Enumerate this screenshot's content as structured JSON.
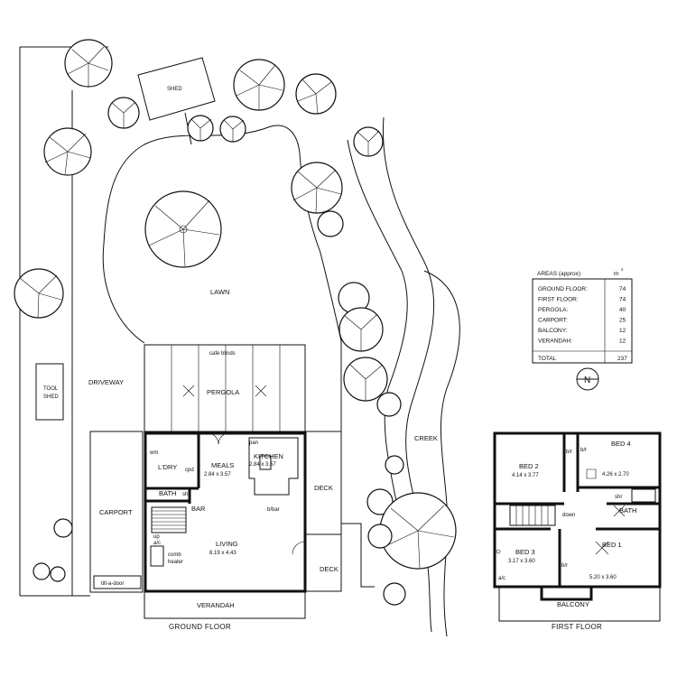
{
  "outdoor": {
    "shed": "SHED",
    "tool_shed_line1": "TOOL",
    "tool_shed_line2": "SHED",
    "lawn": "LAWN",
    "driveway": "DRIVEWAY",
    "creek": "CREEK",
    "carport": "CARPORT",
    "tilt_door": "tilt-a-door",
    "verandah": "VERANDAH",
    "deck_upper": "DECK",
    "deck_lower": "DECK",
    "cafe_blinds": "cafe blinds",
    "pergola": "PERGOLA"
  },
  "ground_floor": {
    "title": "GROUND FLOOR",
    "wm": "wm",
    "ldry": "L'DRY",
    "cpd": "cpd",
    "meals": "MEALS",
    "meals_dim": "2.84 x 3.57",
    "kitchen": "KITCHEN",
    "kitchen_dim": "2.84 x 3.57",
    "pan": "pan",
    "bath": "BATH",
    "shr": "shr",
    "bar": "BAR",
    "bbar": "b/bar",
    "living": "LIVING",
    "living_dim": "8.19 x 4.43",
    "up": "up",
    "ac": "a/c",
    "comb_heater_1": "comb",
    "comb_heater_2": "heater"
  },
  "first_floor": {
    "title": "FIRST FLOOR",
    "bed2": "BED 2",
    "bed2_dim": "4.14 x 3.77",
    "bed4": "BED 4",
    "bed4_dim": "4.26 x 2.70",
    "bed3": "BED 3",
    "bed3_dim": "3.17 x 3.60",
    "bed1": "BED 1",
    "bed1_dim": "5.20 x 3.60",
    "bir_a": "b/r",
    "bir_b": "b/r",
    "bir_c": "b/r",
    "shr": "shr",
    "bath": "BATH",
    "down": "down",
    "balcony": "BALCONY",
    "ac": "a/c"
  },
  "areas_table": {
    "title": "AREAS (approx)",
    "unit": "m",
    "unit_sup": "2",
    "rows": [
      {
        "label": "GROUND FLOOR:",
        "value": "74"
      },
      {
        "label": "FIRST FLOOR:",
        "value": "74"
      },
      {
        "label": "PERGOLA:",
        "value": "40"
      },
      {
        "label": "CARPORT:",
        "value": "25"
      },
      {
        "label": "BALCONY:",
        "value": "12"
      },
      {
        "label": "VERANDAH:",
        "value": "12"
      }
    ],
    "total_label": "TOTAL",
    "total_value": "237"
  },
  "north_arrow": "N"
}
